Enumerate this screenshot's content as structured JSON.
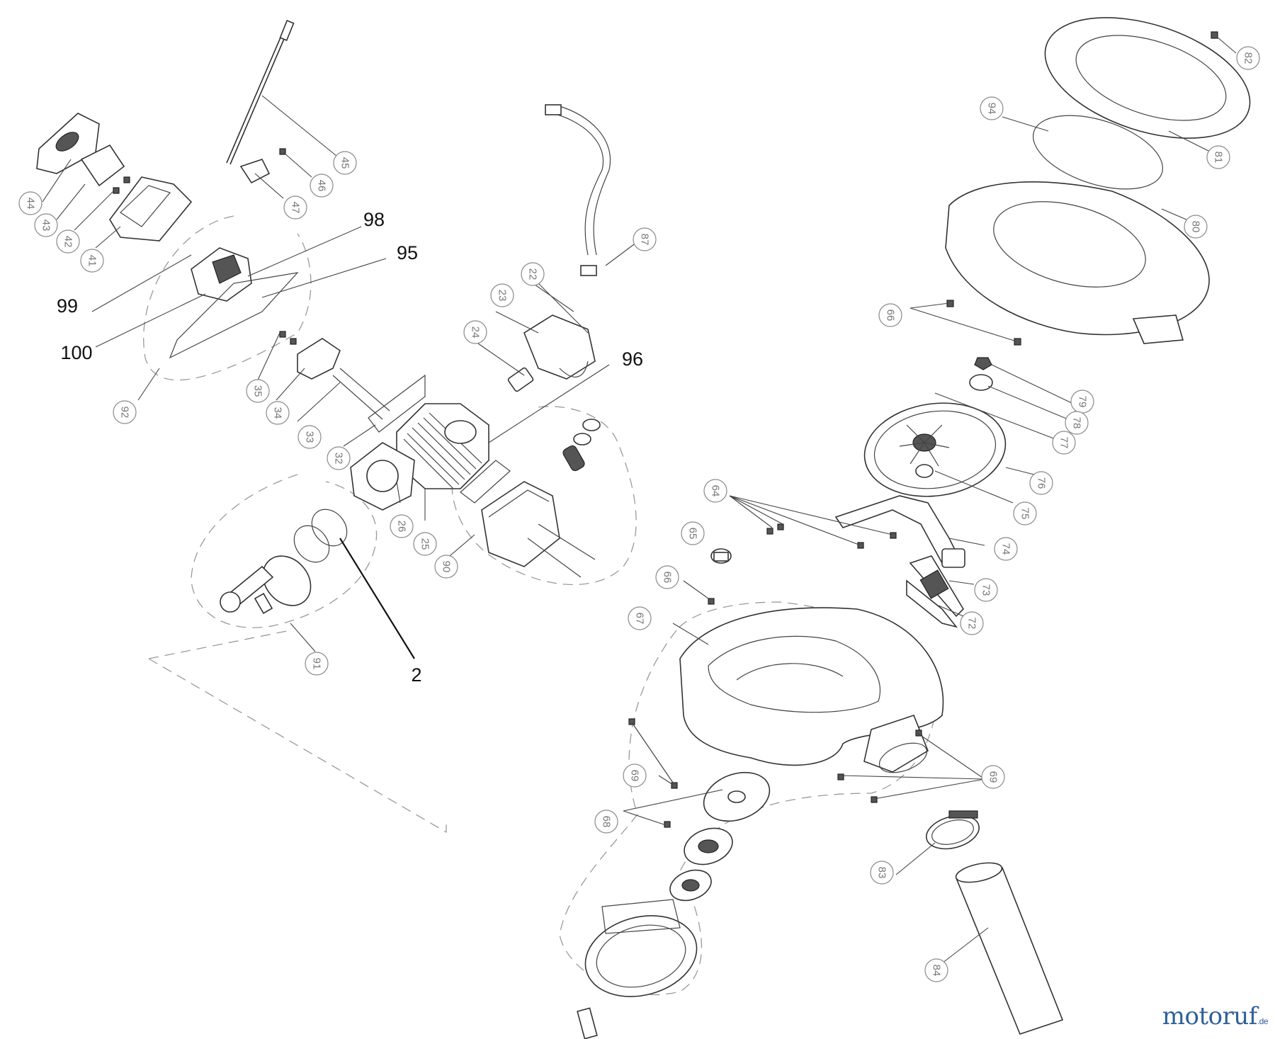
{
  "callouts": {
    "c44": "44",
    "c43": "43",
    "c42": "42",
    "c41": "41",
    "c45": "45",
    "c46": "46",
    "c47": "47",
    "c98": "98",
    "c95": "95",
    "c99": "99",
    "c100": "100",
    "c92": "92",
    "c35": "35",
    "c34": "34",
    "c33": "33",
    "c32": "32",
    "c26": "26",
    "c25": "25",
    "c22": "22",
    "c23": "23",
    "c24": "24",
    "c87": "87",
    "c96": "96",
    "c90": "90",
    "c91": "91",
    "c2": "2",
    "c82": "82",
    "c94": "94",
    "c81": "81",
    "c80": "80",
    "c66a": "66",
    "c79": "79",
    "c78": "78",
    "c77": "77",
    "c76": "76",
    "c75": "75",
    "c64": "64",
    "c74": "74",
    "c65": "65",
    "c66b": "66",
    "c73": "73",
    "c72": "72",
    "c67": "67",
    "c69a": "69",
    "c69b": "69",
    "c68": "68",
    "c83": "83",
    "c84": "84"
  },
  "watermark": {
    "text": "motoruf",
    "tld": ".de"
  }
}
